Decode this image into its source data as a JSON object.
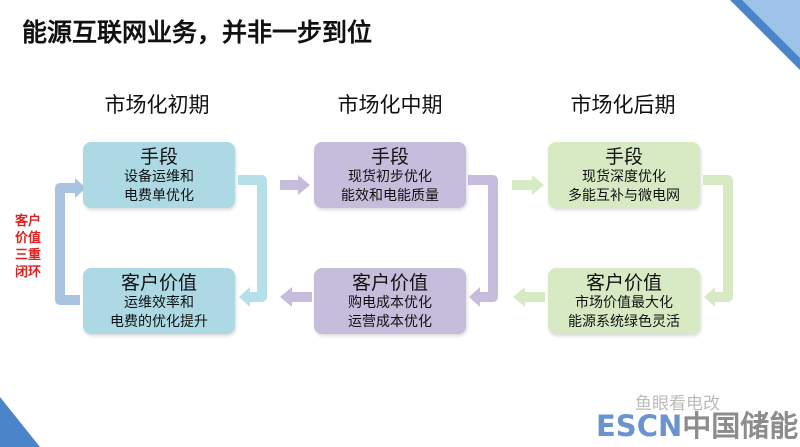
{
  "title": "能源互联网业务，并非一步到位",
  "side_label": [
    "客户",
    "价值",
    "三重",
    "闭环"
  ],
  "phases": [
    {
      "name": "市场化初期",
      "means_title": "手段",
      "means": [
        "设备运维和",
        "电费单优化"
      ],
      "value_title": "客户价值",
      "value": [
        "运维效率和",
        "电费的优化提升"
      ],
      "color": "#acd9e4"
    },
    {
      "name": "市场化中期",
      "means_title": "手段",
      "means": [
        "现货初步优化",
        "能效和电能质量"
      ],
      "value_title": "客户价值",
      "value": [
        "购电成本优化",
        "运营成本优化"
      ],
      "color": "#c6bcdc"
    },
    {
      "name": "市场化后期",
      "means_title": "手段",
      "means": [
        "现货深度优化",
        "多能互补与微电网"
      ],
      "value_title": "客户价值",
      "value": [
        "市场价值最大化",
        "能源系统绿色灵活"
      ],
      "color": "#d7eac3"
    }
  ],
  "watermark": {
    "wechat": "鱼眼看电改",
    "brand_en": "ESCN",
    "brand_cn": "中国储能网"
  }
}
